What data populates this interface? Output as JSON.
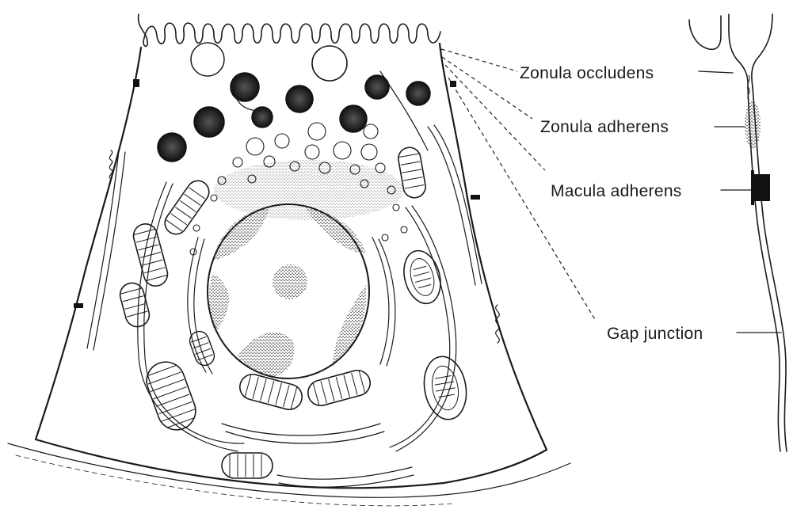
{
  "labels": {
    "zonula_occludens": "Zonula occludens",
    "zonula_adherens": "Zonula adherens",
    "macula_adherens": "Macula adherens",
    "gap_junction": "Gap junction"
  },
  "colors": {
    "ink": "#1a1a1a",
    "paper": "#ffffff"
  }
}
